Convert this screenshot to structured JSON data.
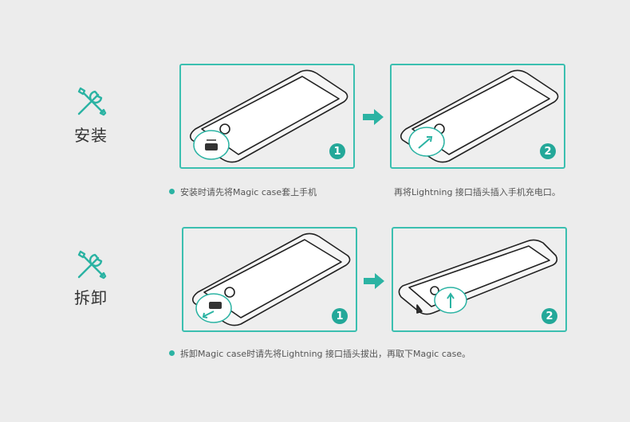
{
  "sections": [
    {
      "title": "安装",
      "steps": [
        {
          "badge": "1"
        },
        {
          "badge": "2"
        }
      ],
      "captions": [
        "安装时请先将Magic case套上手机",
        "再将Lightning 接口插头插入手机充电口。"
      ]
    },
    {
      "title": "拆卸",
      "steps": [
        {
          "badge": "1"
        },
        {
          "badge": "2"
        }
      ],
      "captions": [
        "拆卸Magic case时请先将Lightning 接口插头拔出，再取下Magic case。"
      ]
    }
  ],
  "icons": {
    "section": "wrench-screwdriver-icon",
    "arrow": "arrow-right-icon"
  },
  "colors": {
    "accent": "#2bb3a3",
    "badge": "#24a899",
    "background": "#ececec"
  }
}
